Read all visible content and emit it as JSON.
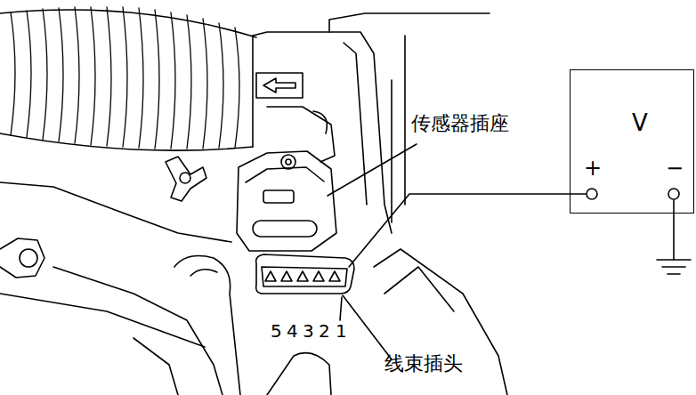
{
  "diagram": {
    "nodes": [
      {
        "text": [
          "V",
          "+",
          "−"
        ]
      }
    ],
    "edges": [],
    "labels": [
      "传感器插座",
      "5",
      "4",
      "3",
      "2",
      "1",
      "线束插头"
    ]
  }
}
